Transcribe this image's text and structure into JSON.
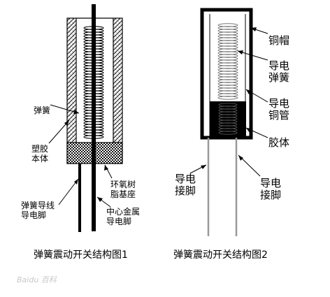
{
  "figure1": {
    "caption": "弹簧震动开关结构图1",
    "labels": {
      "spring": "弹簧",
      "plastic_body": [
        "塑胶",
        "本体"
      ],
      "epoxy_base": [
        "环氧树",
        "脂基座"
      ],
      "spring_lead": [
        "弹簧导线",
        "导电脚"
      ],
      "center_pin": [
        "中心金属",
        "导电脚"
      ]
    }
  },
  "figure2": {
    "caption": "弹簧震动开关结构图2",
    "labels": {
      "copper_cap": "铜帽",
      "conductive_spring": [
        "导电",
        "弹簧"
      ],
      "copper_tube": [
        "导电",
        "铜管"
      ],
      "colloid": "胶体",
      "pin_left": [
        "导电",
        "接脚"
      ],
      "pin_right": [
        "导电",
        "接脚"
      ]
    }
  },
  "watermark": "Baidu 百科",
  "colors": {
    "ink": "#000000",
    "hatch": "#111111",
    "filling": "#000000"
  }
}
